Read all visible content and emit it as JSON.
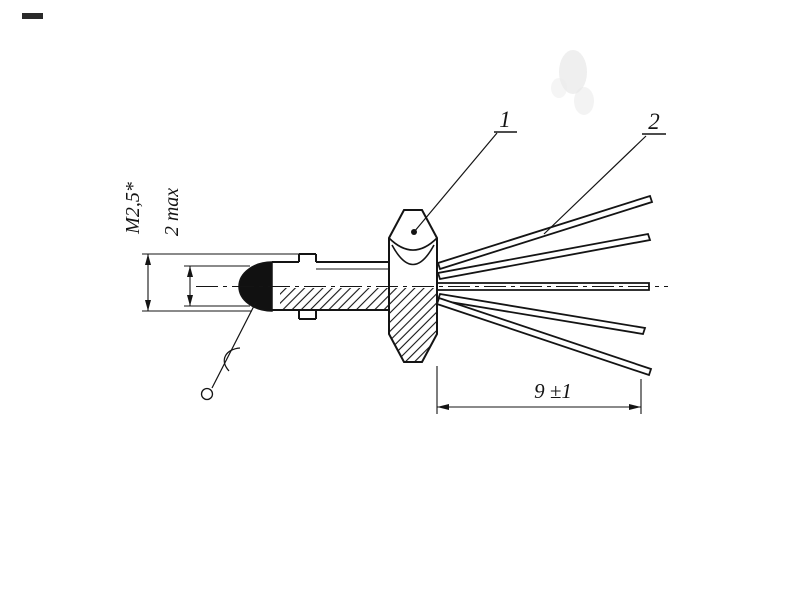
{
  "drawing": {
    "type": "technical-drawing",
    "labels": {
      "callout1": "1",
      "callout2": "2",
      "dim_thread": "M2,5*",
      "dim_dome": "2 max",
      "dim_lead_length": "9 ±1"
    },
    "colors": {
      "line": "#141414",
      "paper": "#ffffff",
      "dome_fill": "#111111",
      "scan_smudge": "#e2e2e2"
    },
    "parts": {
      "1": "hex-nut",
      "2": "lead-wires"
    }
  }
}
